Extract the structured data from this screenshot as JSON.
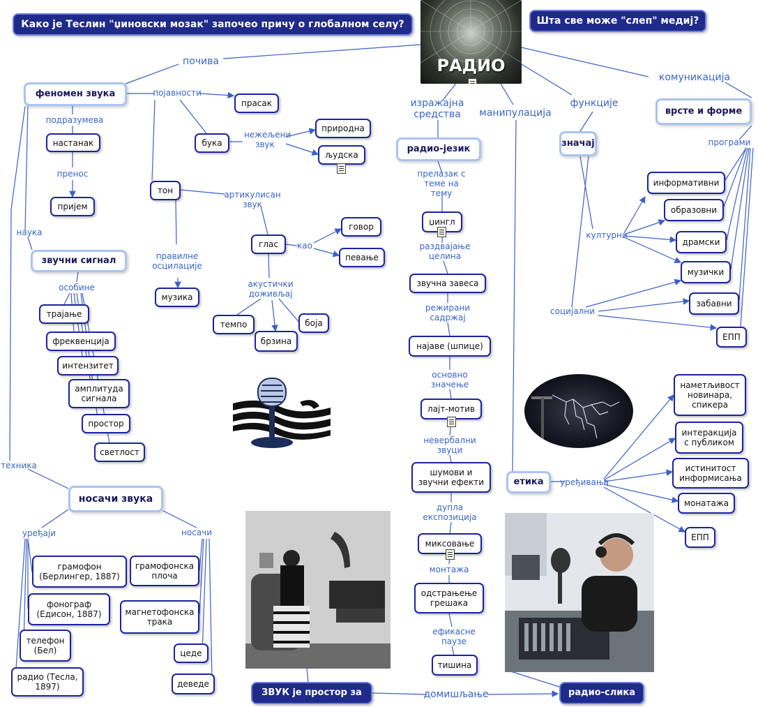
{
  "q1": "Како је Теслин \"џиновски мозак\" започео причу о глобалном селу?",
  "q2": "Шта све може \"слеп\" медиј?",
  "radio_title": "РАДИО",
  "nodes": {
    "fenomen": "феномен звука",
    "nastanak": "настанак",
    "prijem": "пријем",
    "prasak": "прасак",
    "buka": "бука",
    "prirodna": "природна",
    "ljudska": "људска",
    "ton": "тон",
    "glas": "глас",
    "govor": "говор",
    "pevanje": "певање",
    "muzika": "музика",
    "tempo": "темпо",
    "brzina": "брзина",
    "boja": "боја",
    "zvucni_signal": "звучни сигнал",
    "trajanje": "трајање",
    "frekvencija": "фреквенција",
    "intenzitet": "интензитет",
    "amplituda": "амплитуда сигнала",
    "prostor": "простор",
    "svetlost": "светлост",
    "nosaci": "носачи звука",
    "gramofon": "грамофон (Берлингер, 1887)",
    "fonograf": "фонограф (Едисон, 1887)",
    "telefon": "телефон (Бел)",
    "radio_tesla": "радио (Тесла, 1897)",
    "ploca": "грамофонска плоча",
    "traka": "магнетофонска трака",
    "cede": "цеде",
    "devede": "деведе",
    "radio_jezik": "радио-језик",
    "dzingl": "џингл",
    "zavesa": "звучна завеса",
    "najave": "најаве (шпице)",
    "lajt": "лајт-мотив",
    "sumovi": "шумови и звучни ефекти",
    "miksovanje": "миксовање",
    "odstranjivanje": "одстрањење грешака",
    "tisina": "тишина",
    "zvuk_prostor": "ЗВУК је простор за",
    "radio_slika": "радио-слика",
    "znacaj": "значај",
    "vrste": "врсте и форме",
    "informativni": "информативни",
    "obrazovni": "образовни",
    "dramski": "драмски",
    "muzicki": "музички",
    "zabavni": "забавни",
    "epp1": "ЕПП",
    "etika": "етика",
    "nametljivost": "наметљивост новинара, спикера",
    "interakcija": "интеракција с публиком",
    "istinitost": "истинитост информисања",
    "montaza_node": "монатажа",
    "epp2": "ЕПП"
  },
  "labels": {
    "pociva": "почива",
    "pojavnosti": "појавности",
    "podrazumeva": "подразумева",
    "prenos": "пренос",
    "nezeljeni": "нежељени звук",
    "artikulisan": "артикулисан звук",
    "kao": "као",
    "pravilne": "правилне осцилације",
    "akusticki": "акустички доживљај",
    "nauka": "наука",
    "osobine": "особине",
    "tehnika": "техника",
    "uredjaji": "уређаји",
    "nosaci_l": "носачи",
    "izrazajna": "изражајна средства",
    "manipulacija": "манипулација",
    "funkcije": "функције",
    "komunikacija": "комуникација",
    "prelazak": "прелазак с теме на тему",
    "razdvajanje": "раздвајање целина",
    "rezirani": "режирани садржај",
    "osnovno": "основно значење",
    "neverbalni": "невербални звуци",
    "dupla": "дупла експозиција",
    "montaza": "монтажа",
    "efikasne": "ефикасне паузе",
    "domisljanje": "домишљање",
    "programi": "програми",
    "kulturni": "културни",
    "socijalni": "социјални",
    "uredjivanja": "уређивања"
  },
  "colors": {
    "node_border": "#1a23a0",
    "main_border": "#a9c4ef",
    "dark_fill": "#1f2a8a",
    "label": "#3a64c8",
    "link": "#3b5fc8"
  }
}
